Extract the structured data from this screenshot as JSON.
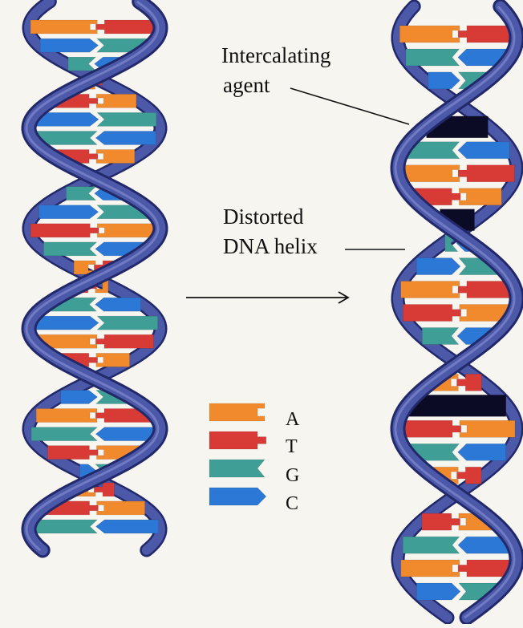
{
  "colors": {
    "adenine": "#f08a2c",
    "thymine": "#d83a36",
    "guanine": "#3f9f96",
    "cytosine": "#2c78d6",
    "intercalator": "#0c0b26",
    "backbone": "#4c58a8",
    "backbone_edge": "#22296a"
  },
  "labels": {
    "intercalating_agent_1": "Intercalating",
    "intercalating_agent_2": "agent",
    "distorted_helix_1": "Distorted",
    "distorted_helix_2": "DNA helix"
  },
  "legend": [
    {
      "letter": "A",
      "base": "adenine",
      "color": "#f08a2c"
    },
    {
      "letter": "T",
      "base": "thymine",
      "color": "#d83a36"
    },
    {
      "letter": "G",
      "base": "guanine",
      "color": "#3f9f96"
    },
    {
      "letter": "C",
      "base": "cytosine",
      "color": "#2c78d6"
    }
  ],
  "left_helix_pairs": [
    "AT",
    "CG",
    "GC",
    "AT",
    "TA",
    "CG",
    "GC",
    "TA",
    "AT",
    "GC",
    "CG",
    "TA",
    "GC",
    "AT",
    "TA",
    "GC",
    "CG",
    "AT",
    "TA",
    "GC",
    "CG",
    "AT",
    "GC",
    "TA",
    "CG",
    "AT",
    "TA",
    "GC"
  ],
  "right_helix_pairs": [
    "AT",
    "GC",
    "CG",
    "TA",
    "X",
    "GC",
    "AT",
    "TA",
    "X",
    "GC",
    "CG",
    "AT",
    "TA",
    "GC",
    "CG",
    "AT",
    "X",
    "TA",
    "GC",
    "AT",
    "CG",
    "TA",
    "GC",
    "AT",
    "CG"
  ]
}
